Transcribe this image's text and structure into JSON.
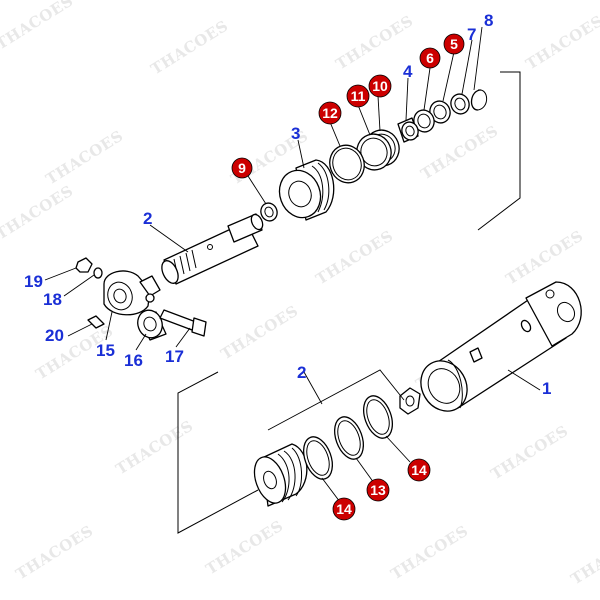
{
  "watermark_text": "THACOES",
  "colors": {
    "label_blue": "#1a2fd6",
    "badge_red": "#cc0000",
    "line": "#000000",
    "watermark": "#e8e8e8"
  },
  "labels": {
    "l1": "1",
    "l2_top": "2",
    "l2_bottom": "2",
    "l3": "3",
    "l4": "4",
    "l5": "5",
    "l6": "6",
    "l7": "7",
    "l8": "8",
    "l9": "9",
    "l10": "10",
    "l11": "11",
    "l12": "12",
    "l13": "13",
    "l14_a": "14",
    "l14_b": "14",
    "l15": "15",
    "l16": "16",
    "l17": "17",
    "l18": "18",
    "l19": "19",
    "l20": "20"
  }
}
